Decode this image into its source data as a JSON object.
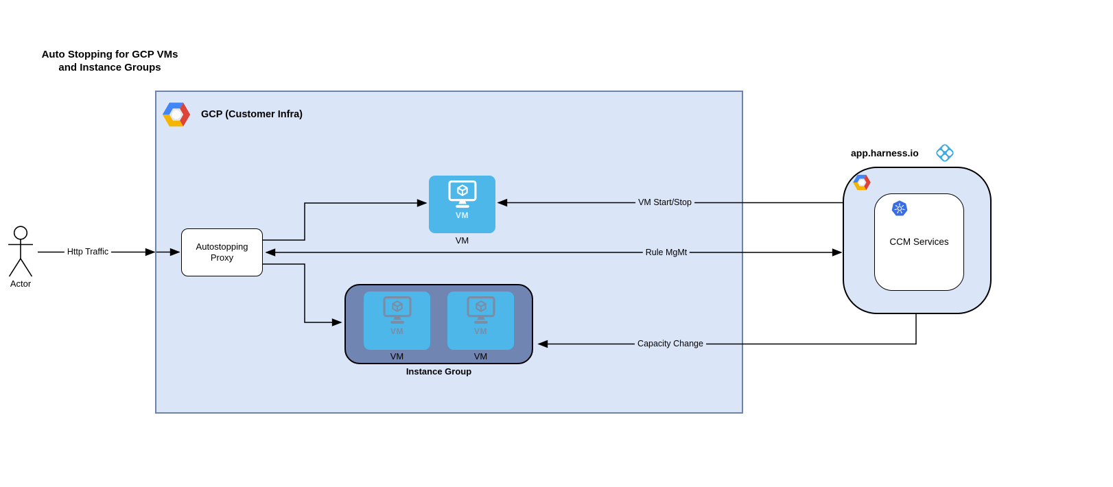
{
  "title": "Auto Stopping for GCP VMs\nand Instance Groups",
  "actor": {
    "label": "Actor"
  },
  "connectors": {
    "http_traffic": {
      "label": "Http Traffic"
    },
    "vm_start_stop": {
      "label": "VM Start/Stop"
    },
    "rule_mgmt": {
      "label": "Rule MgMt"
    },
    "capacity_change": {
      "label": "Capacity Change"
    }
  },
  "gcp": {
    "label": "GCP (Customer Infra)",
    "proxy": {
      "label": "Autostopping Proxy"
    },
    "vm": {
      "icon_label": "VM",
      "caption": "VM"
    },
    "instance_group": {
      "label": "Instance Group",
      "vms": [
        {
          "icon_label": "VM",
          "caption": "VM"
        },
        {
          "icon_label": "VM",
          "caption": "VM"
        }
      ]
    }
  },
  "harness": {
    "label": "app.harness.io",
    "ccm": {
      "label": "CCM Services"
    }
  },
  "colors": {
    "gcp-fill": "#dbe5f8",
    "gcp-border": "#6e82aa",
    "group-fill": "#7185b3",
    "vm-blue": "#4db7e9",
    "vm-muted": "#7b8ca4",
    "vm-inner-text": "#d6f1fc",
    "k8s-blue": "#3a6de4",
    "harness-blue": "#3fa9e1",
    "line": "#000000",
    "gcp-logo-blue": "#4285f4",
    "gcp-logo-red": "#db4437",
    "gcp-logo-yellow": "#f4b400"
  }
}
